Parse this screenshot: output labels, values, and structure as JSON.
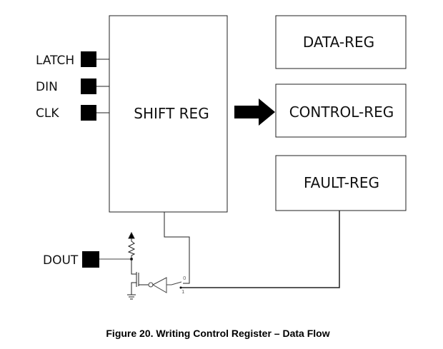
{
  "pins": {
    "latch": "LATCH",
    "din": "DIN",
    "clk": "CLK",
    "dout": "DOUT"
  },
  "blocks": {
    "shift_reg": "SHIFT REG",
    "data_reg": "DATA-REG",
    "control_reg": "CONTROL-REG",
    "fault_reg": "FAULT-REG"
  },
  "mux": {
    "in0": "0",
    "in1": "1"
  },
  "caption": "Figure 20.  Writing Control Register – Data Flow"
}
